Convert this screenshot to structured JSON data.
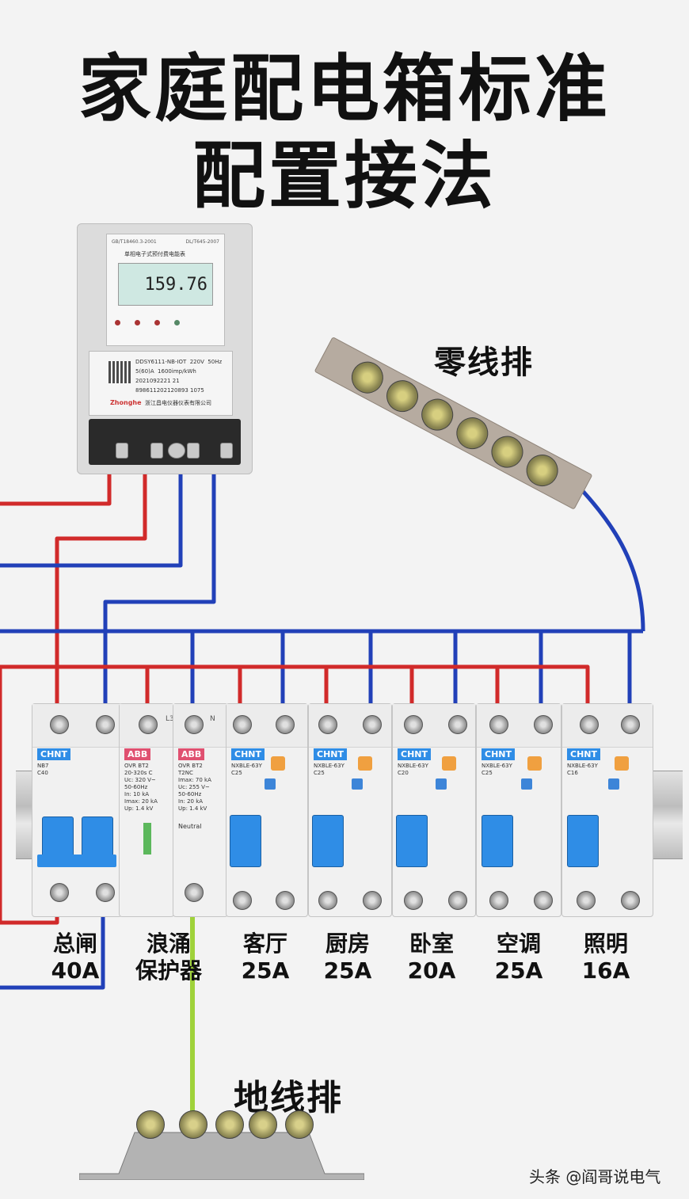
{
  "title": {
    "line1": "家庭配电箱标准",
    "line2": "配置接法"
  },
  "meter": {
    "reading": "159.76",
    "std_left": "GB/T18460.3-2001",
    "std_right": "DL/T645-2007",
    "name": "单相电子式预付费电能表",
    "model": "DDSY6111-NB-IOT  220V  50Hz",
    "rating": "5(60)A  1600imp/kWh",
    "serial1": "2021092221 21",
    "serial2": "898611202120893 1075",
    "brand": "Zhonghe",
    "maker": "浙江昌电仪器仪表有限公司",
    "colors": {
      "body": "#dcdcdc",
      "lcd": "#cfe8e2"
    }
  },
  "neutral_bar": {
    "label": "零线排"
  },
  "ground_bar": {
    "label": "地线排"
  },
  "terminals": {
    "l3": "L3",
    "n": "N"
  },
  "breakers": [
    {
      "brand": "CHNT",
      "model": "NB7\nC40",
      "caption": "总闸\n40A",
      "brand_color": "#2f8de6"
    },
    {
      "brand": "ABB",
      "model": "OVR BT2\n20-320s C\nUc: 320 V~\n50-60Hz\nIn: 10 kA\nImax: 20 kA\nUp: 1.4 kV",
      "caption": "浪涌\n保护器",
      "brand_color": "#e05070"
    },
    {
      "brand": "ABB",
      "model": "OVR BT2\nT2NC\nImax: 70 kA\nUc: 255 V~\n50-60Hz\nIn: 20 kA\nUp: 1.4 kV",
      "sublabel": "Neutral",
      "brand_color": "#e05070"
    },
    {
      "brand": "CHNT",
      "model": "NXBLE-63Y\nC25",
      "caption": "客厅\n25A",
      "brand_color": "#2f8de6"
    },
    {
      "brand": "CHNT",
      "model": "NXBLE-63Y\nC25",
      "caption": "厨房\n25A",
      "brand_color": "#2f8de6"
    },
    {
      "brand": "CHNT",
      "model": "NXBLE-63Y\nC20",
      "caption": "卧室\n20A",
      "brand_color": "#2f8de6"
    },
    {
      "brand": "CHNT",
      "model": "NXBLE-63Y\nC25",
      "caption": "空调\n25A",
      "brand_color": "#2f8de6"
    },
    {
      "brand": "CHNT",
      "model": "NXBLE-63Y\nC16",
      "caption": "照明\n16A",
      "brand_color": "#2f8de6"
    }
  ],
  "wire_colors": {
    "live": "#d12a2a",
    "neutral": "#2140b8",
    "earth": "#9fd23a"
  },
  "watermark": "头条 @阎哥说电气"
}
